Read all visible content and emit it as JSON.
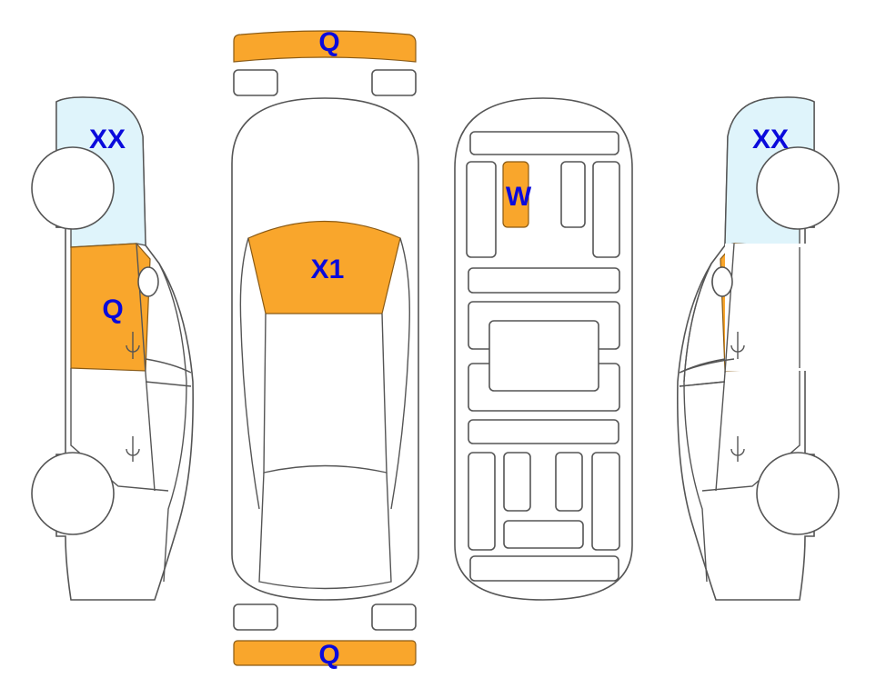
{
  "colors": {
    "damage": "#f9a62c",
    "glass": "#dff4fb",
    "label": "#0a0adc",
    "outline": "#555555"
  },
  "labels": {
    "front_bumper": "Q",
    "rear_bumper": "Q",
    "windshield": "X1",
    "underbody": "W",
    "left_glass": "XX",
    "left_door": "Q",
    "right_glass": "XX"
  }
}
